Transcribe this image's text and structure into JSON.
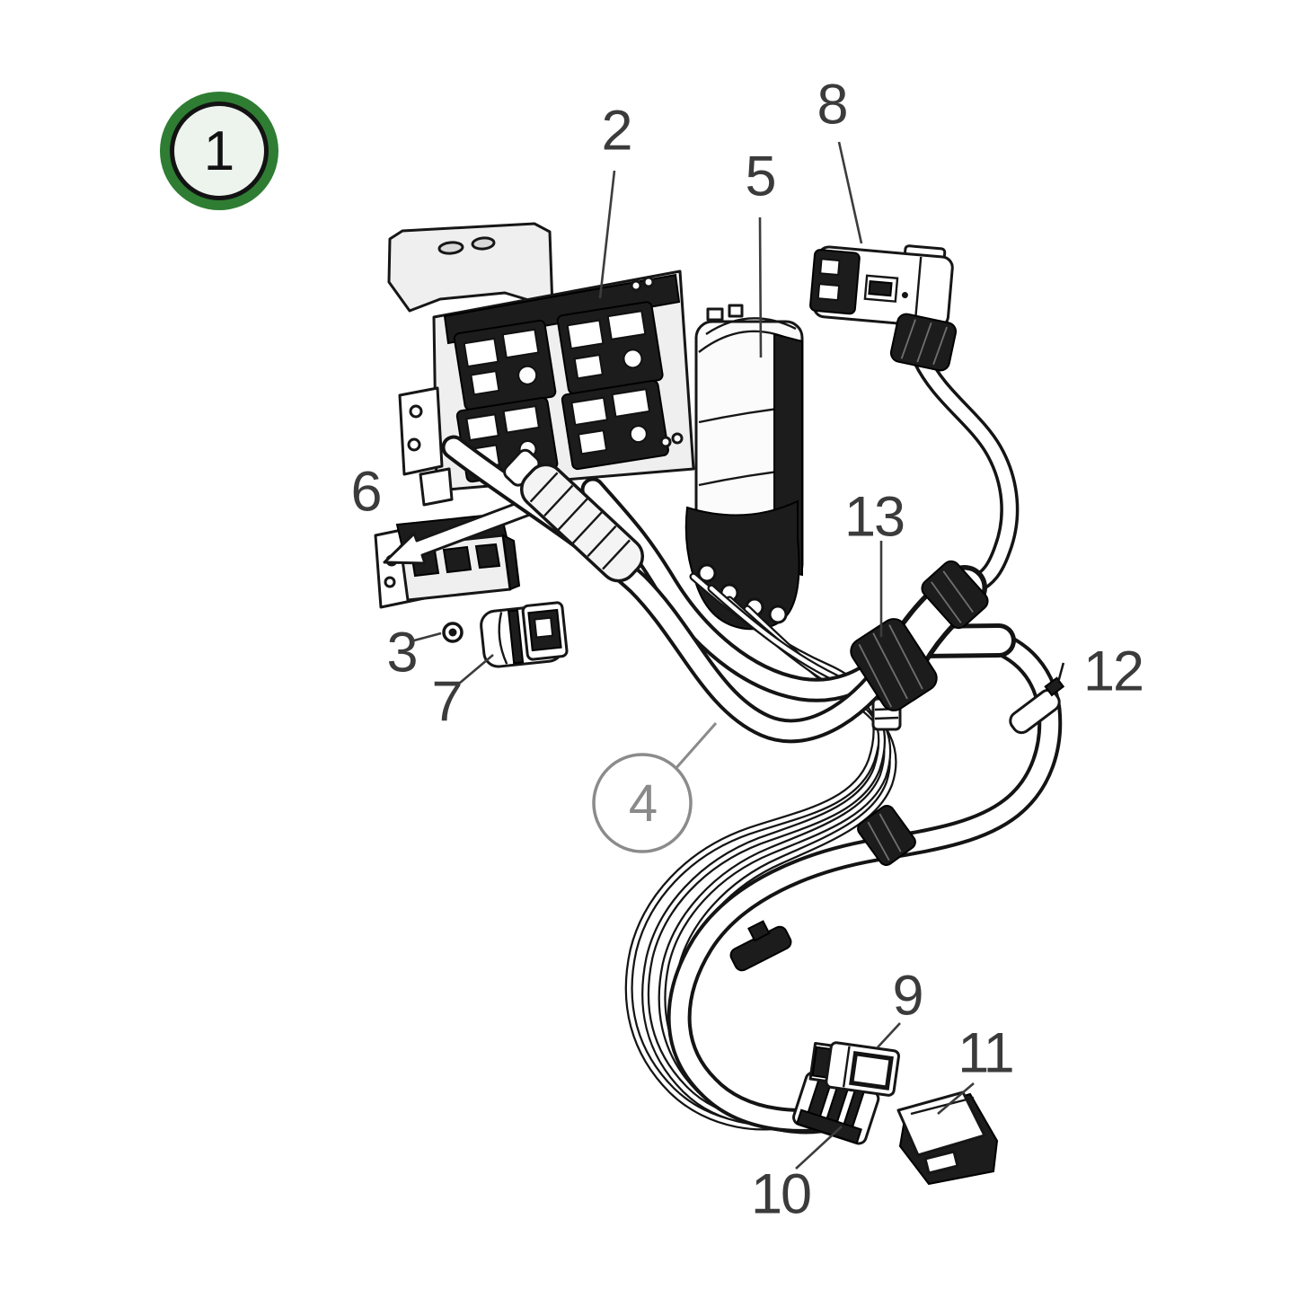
{
  "colors": {
    "background": "#ffffff",
    "line_art": "#1a1a1a",
    "label_text": "#3b3b3b",
    "badge_ring_green": "#2e7d33",
    "badge_inner_fill": "#edf3ed",
    "badge_number": "#111111",
    "circled_callout_gray": "#8b8b8b"
  },
  "badge": {
    "number": "1"
  },
  "callouts": {
    "c2": {
      "number": "2"
    },
    "c3": {
      "number": "3"
    },
    "c4": {
      "number": "4"
    },
    "c5": {
      "number": "5"
    },
    "c6": {
      "number": "6"
    },
    "c7": {
      "number": "7"
    },
    "c8": {
      "number": "8"
    },
    "c9": {
      "number": "9"
    },
    "c10": {
      "number": "10"
    },
    "c11": {
      "number": "11"
    },
    "c12": {
      "number": "12"
    },
    "c13": {
      "number": "13"
    }
  }
}
